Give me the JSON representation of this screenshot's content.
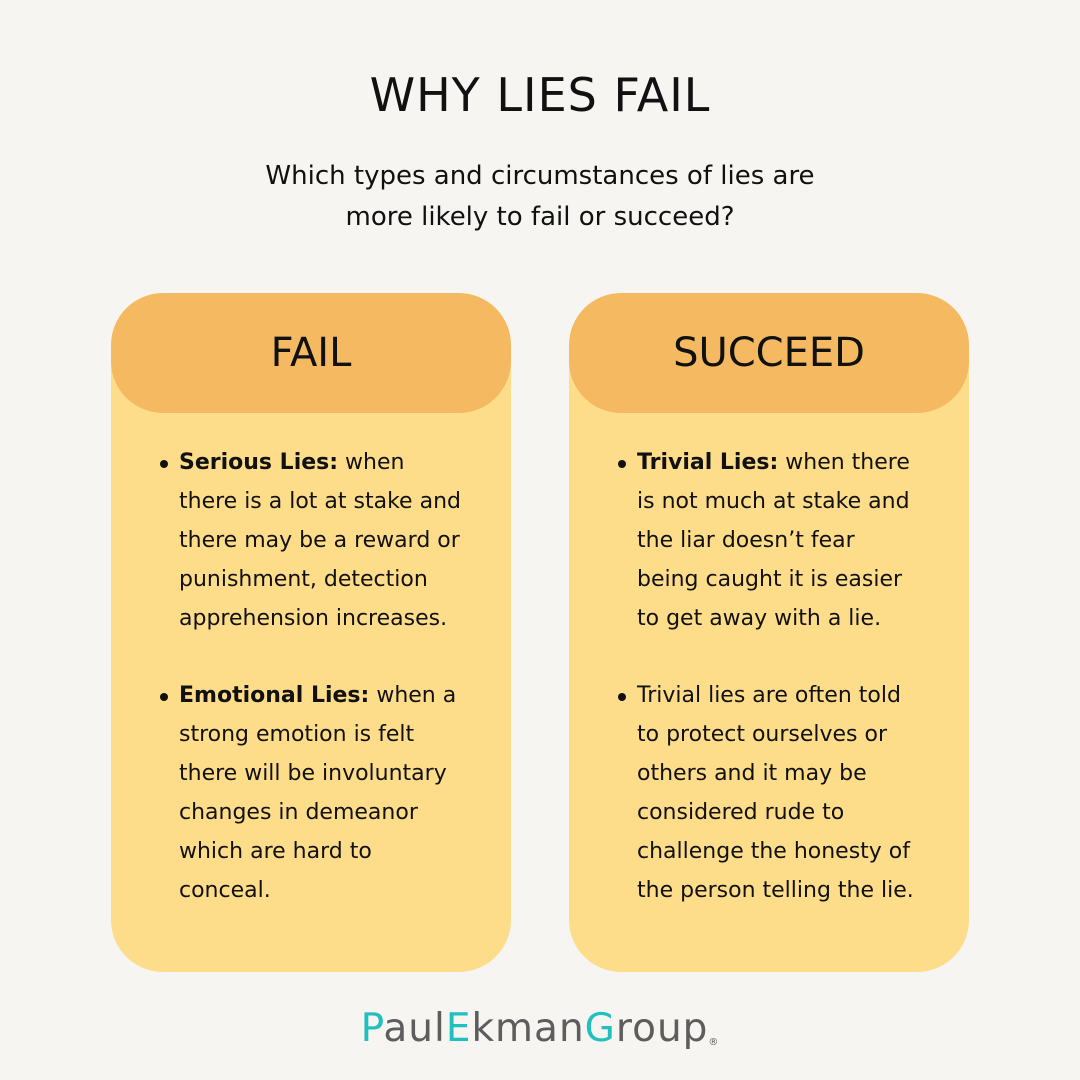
{
  "title": "WHY LIES FAIL",
  "subtitle": "Which types and circumstances of lies are more likely to fail or succeed?",
  "fail": {
    "heading": "FAIL",
    "items": [
      {
        "bold": "Serious Lies:",
        "text": " when there is a lot at stake and there may be a reward or punishment, detection apprehension increases."
      },
      {
        "bold": "Emotional Lies:",
        "text": " when a strong emotion is felt there will be involuntary changes in demeanor which are hard to conceal."
      }
    ]
  },
  "succeed": {
    "heading": "SUCCEED",
    "items": [
      {
        "bold": "Trivial Lies:",
        "text": " when there is not much at stake and the liar doesn’t fear being caught it is easier to get away with a lie."
      },
      {
        "text": "Trivial lies are often told to protect ourselves or others and it may be considered rude to challenge the honesty of the person telling the lie."
      }
    ]
  },
  "logo": {
    "p1": "Paul",
    "e": "E",
    "p2": "kman",
    "g": "G",
    "p3": "roup",
    "reg": "®"
  },
  "colors": {
    "background": "#f6f5f2",
    "card": "#fedd8a",
    "header": "#f4b961",
    "teal": "#1fc0bd"
  }
}
